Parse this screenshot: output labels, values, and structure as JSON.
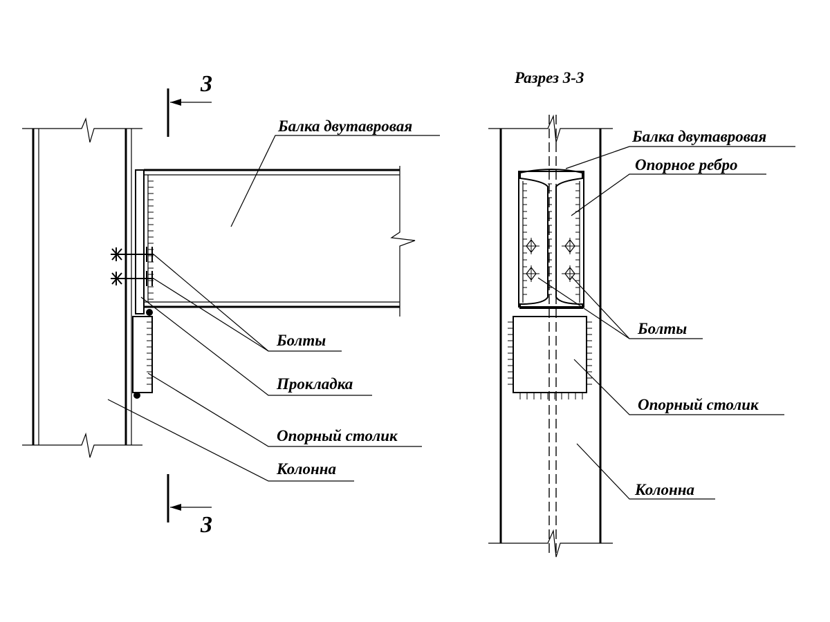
{
  "section_title": "Разрез 3-3",
  "section_mark": "3",
  "labels": {
    "beam": "Балка двутавровая",
    "bolts": "Болты",
    "shim": "Прокладка",
    "seat": "Опорный столик",
    "column": "Колонна",
    "rib": "Опорное ребро"
  }
}
